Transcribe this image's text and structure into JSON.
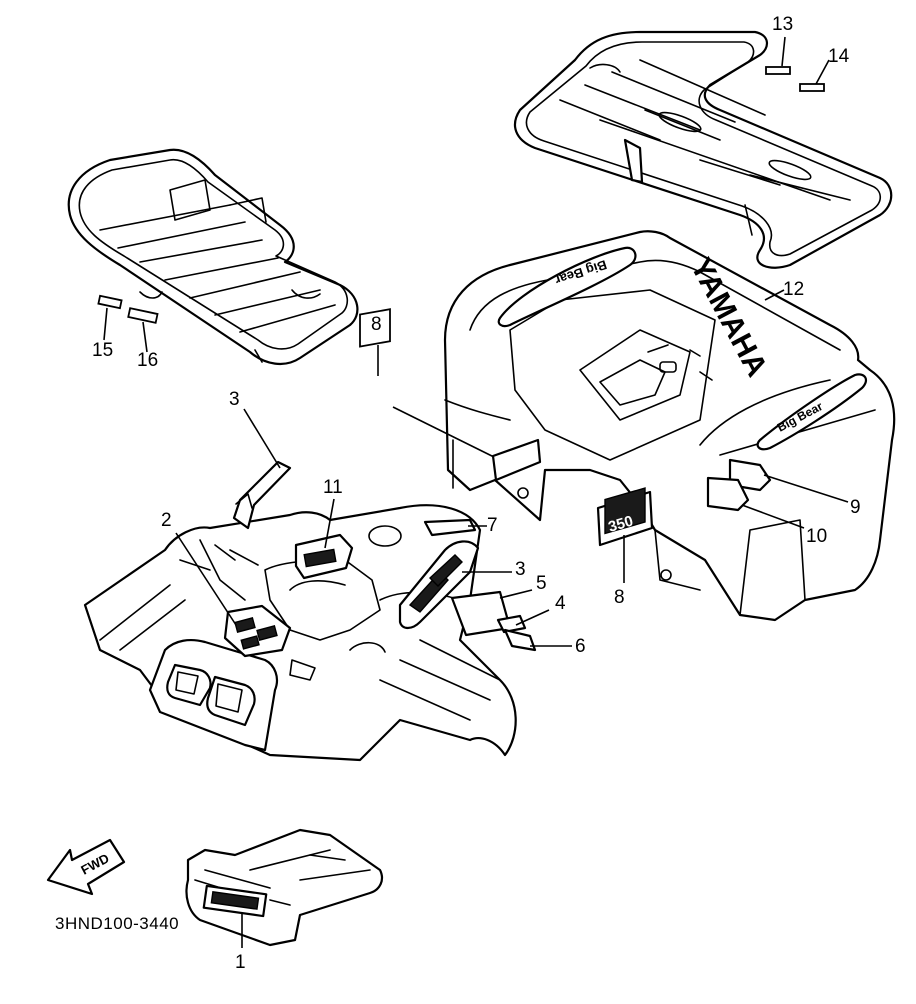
{
  "diagram": {
    "drawing_code": "3HND100-3440",
    "direction_badge": "FWD",
    "rear_fender_brand": "YAMAHA",
    "displacement_decal": "350",
    "model_decal": "Big Bear",
    "callouts": {
      "c1": "1",
      "c2": "2",
      "c3a": "3",
      "c3b": "3",
      "c4": "4",
      "c5": "5",
      "c6": "6",
      "c7": "7",
      "c8a": "8",
      "c8b": "8",
      "c9": "9",
      "c10": "10",
      "c11": "11",
      "c12": "12",
      "c13": "13",
      "c14": "14",
      "c15": "15",
      "c16": "16"
    }
  }
}
